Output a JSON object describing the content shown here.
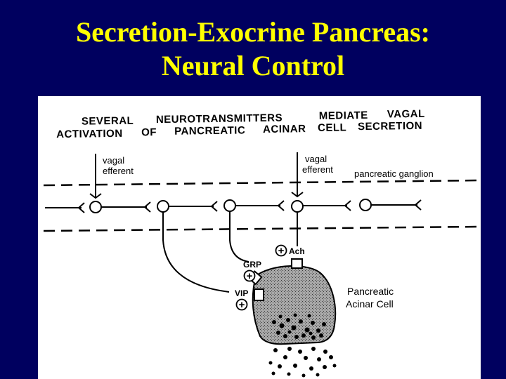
{
  "slide": {
    "title_line1": "Secretion-Exocrine Pancreas:",
    "title_line2": "Neural Control"
  },
  "figure": {
    "heading_line1_w1": "SEVERAL",
    "heading_line1_w2": "NEUROTRANSMITTERS",
    "heading_line1_w3": "MEDIATE",
    "heading_line1_w4": "VAGAL",
    "heading_line2_w1": "ACTIVATION",
    "heading_line2_w2": "OF",
    "heading_line2_w3": "PANCREATIC",
    "heading_line2_w4": "ACINAR",
    "heading_line2_w5": "CELL",
    "heading_line2_w6": "SECRETION",
    "vagal_efferent_1": [
      "vagal",
      "efferent"
    ],
    "vagal_efferent_2": [
      "vagal",
      "efferent"
    ],
    "ganglion_label": "pancreatic ganglion",
    "ach_label": "Ach",
    "grp_label": "GRP",
    "vip_label": "VIP",
    "cell_label": [
      "Pancreatic",
      "Acinar Cell"
    ],
    "plus_symbol": "+"
  }
}
